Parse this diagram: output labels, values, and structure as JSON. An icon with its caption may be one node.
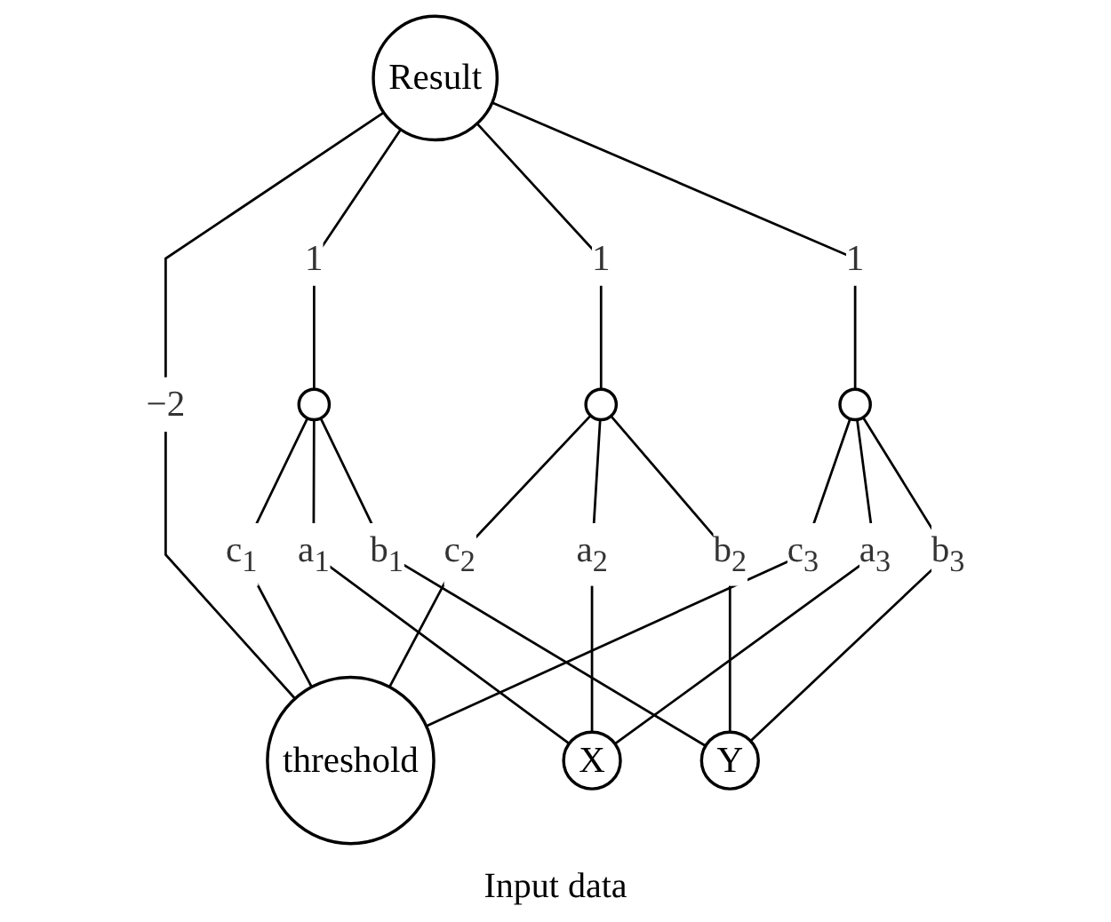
{
  "diagram": {
    "nodes": [
      {
        "text": [
          "Result"
        ]
      },
      {
        "text": [],
        "shape": "circle"
      },
      {
        "text": [],
        "shape": "circle"
      },
      {
        "text": [],
        "shape": "circle"
      },
      {
        "text": [
          "threshold"
        ]
      },
      {
        "text": [
          "X"
        ]
      },
      {
        "text": [
          "Y"
        ]
      }
    ],
    "edges": [
      {
        "from": 4,
        "to": 0,
        "arrow": "none",
        "label": "−2"
      },
      {
        "from": 1,
        "to": 0,
        "arrow": "none",
        "label": "1"
      },
      {
        "from": 2,
        "to": 0,
        "arrow": "none",
        "label": "1"
      },
      {
        "from": 3,
        "to": 0,
        "arrow": "none",
        "label": "1"
      },
      {
        "from": 4,
        "to": 1,
        "arrow": "none",
        "label": "c$_{1}$"
      },
      {
        "from": 4,
        "to": 2,
        "arrow": "none",
        "label": "c$_{2}$"
      },
      {
        "from": 4,
        "to": 3,
        "arrow": "none",
        "label": "c$_{3}$"
      },
      {
        "from": 5,
        "to": 1,
        "arrow": "none",
        "label": "a$_{1}$"
      },
      {
        "from": 5,
        "to": 2,
        "arrow": "none",
        "label": "a$_{2}$"
      },
      {
        "from": 5,
        "to": 3,
        "arrow": "none",
        "label": "a$_{3}$"
      },
      {
        "from": 6,
        "to": 1,
        "arrow": "none",
        "label": "b$_{1}$"
      },
      {
        "from": 6,
        "to": 2,
        "arrow": "none",
        "label": "b$_{2}$"
      },
      {
        "from": 6,
        "to": 3,
        "arrow": "none",
        "label": "b$_{3}$"
      }
    ],
    "labels": [
      "Input data"
    ]
  }
}
